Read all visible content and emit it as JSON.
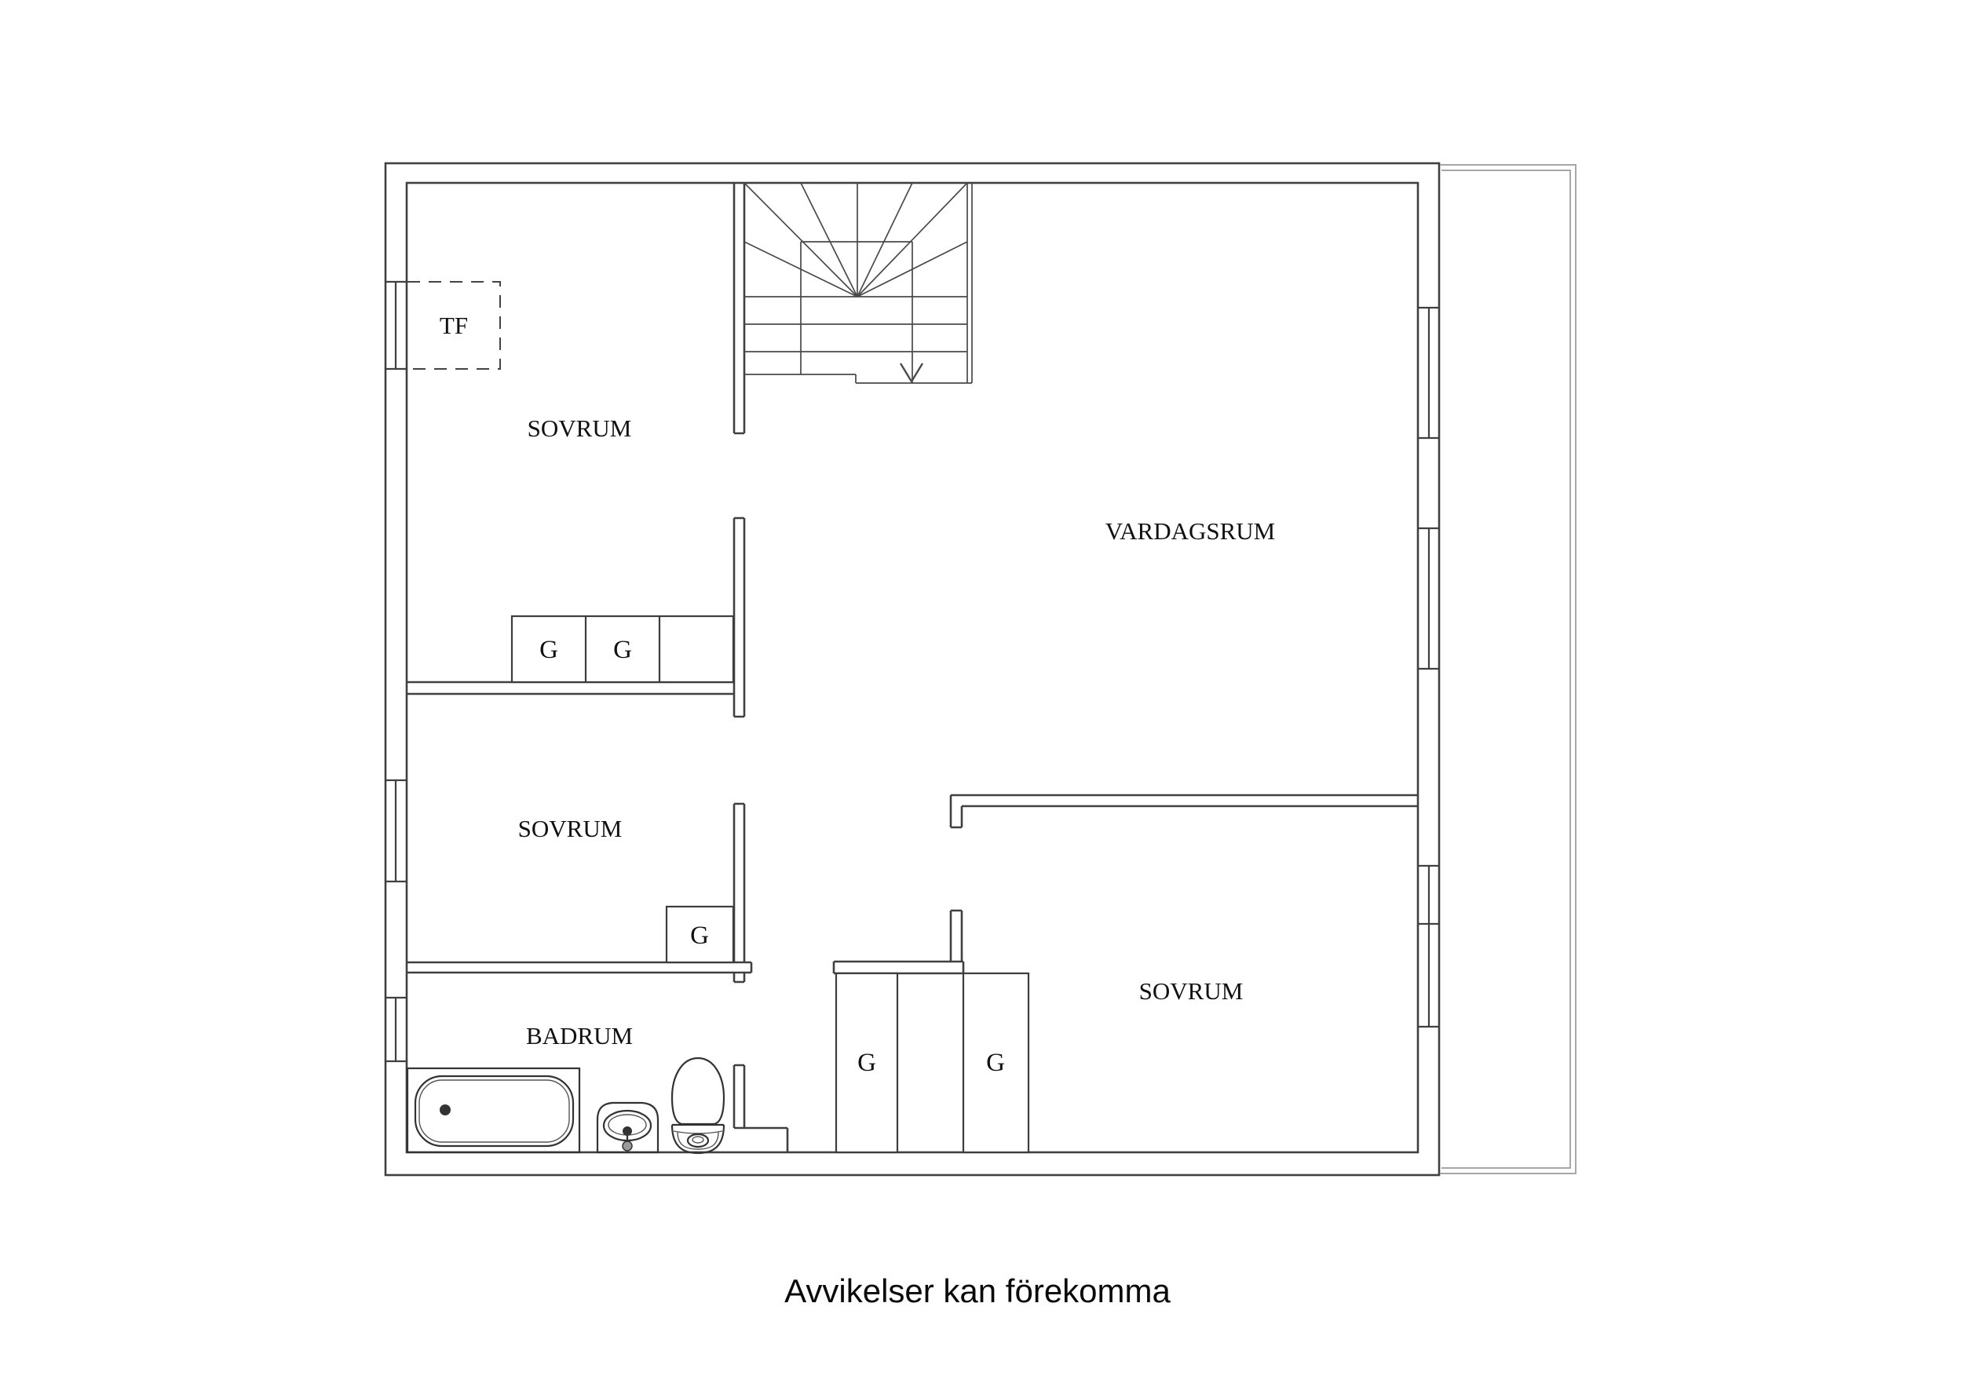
{
  "page": {
    "background": "#ffffff",
    "colors": {
      "wall_line": "#404040",
      "stair_line": "#4a4a4a",
      "terrace_thin_line": "#9a9a9a",
      "text": "#111111"
    }
  },
  "floorplan": {
    "rooms": [
      {
        "name": "bedroom-top-left",
        "label": "SOVRUM"
      },
      {
        "name": "living-room",
        "label": "VARDAGSRUM"
      },
      {
        "name": "bedroom-middle-left",
        "label": "SOVRUM"
      },
      {
        "name": "bathroom",
        "label": "BADRUM"
      },
      {
        "name": "bedroom-bottom-right",
        "label": "SOVRUM"
      }
    ],
    "wardrobes": [
      {
        "name": "wardrobe-row-cell-1",
        "label": "G"
      },
      {
        "name": "wardrobe-row-cell-2",
        "label": "G"
      },
      {
        "name": "wardrobe-middle-bedroom",
        "label": "G"
      },
      {
        "name": "wardrobe-bottom-left",
        "label": "G"
      },
      {
        "name": "wardrobe-bottom-right",
        "label": "G"
      }
    ],
    "telephone_outlet": {
      "label": "TF"
    },
    "stair": {
      "arrow": "down-chevron"
    },
    "fixture_icons": [
      "bathtub-icon",
      "sink-icon",
      "toilet-icon"
    ]
  },
  "footer": {
    "disclaimer": "Avvikelser kan förekomma"
  }
}
